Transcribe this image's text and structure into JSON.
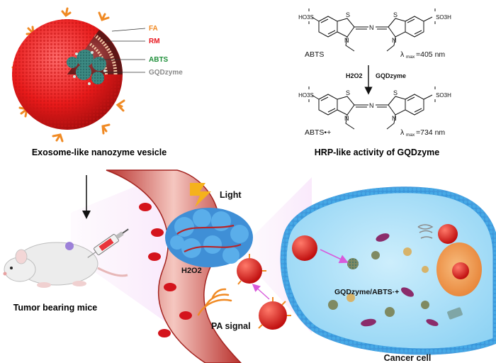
{
  "vesicle": {
    "labels": {
      "fa": "FA",
      "rm": "RM",
      "abts": "ABTS",
      "gqdzyme": "GQDzyme"
    },
    "caption": "Exosome-like nanozyme vesicle",
    "colors": {
      "fa": "#f08a24",
      "rm": "#e8141c",
      "abts": "#1f8f3a",
      "gqdzyme": "#8a8a8a"
    }
  },
  "reaction": {
    "sulfo": "SO3H",
    "sulfo_ho": "HO3S",
    "s_atom": "S",
    "n_atom": "N",
    "top_name": "ABTS",
    "top_lambda_prefix": "λ",
    "top_lambda_sub": "max",
    "top_lambda_value": "=405 nm",
    "reagent_h2o2": "H2O2",
    "reagent_enzyme": "GQDzyme",
    "bottom_name": "ABTS•+",
    "bottom_lambda_value": "=734 nm",
    "caption": "HRP-like activity of GQDzyme"
  },
  "scene": {
    "light_label": "Light",
    "h2o2_label": "H2O2",
    "pa_signal_label": "PA signal",
    "mouse_caption": "Tumor bearing mice",
    "cell_caption": "Cancer cell",
    "cell_product_label": "GQDzyme/ABTS·+"
  }
}
